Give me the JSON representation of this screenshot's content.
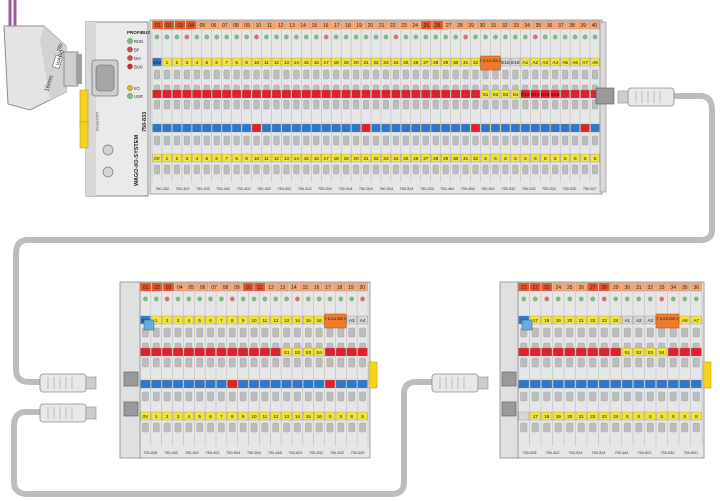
{
  "controller": {
    "bus_label": "PROFIBUS",
    "leds_top": [
      "RUN",
      "BF",
      "DIA",
      "BUS"
    ],
    "leds_bottom": [
      "I/O",
      "USR"
    ],
    "brand_vertical": "WAGO-I/O-SYSTEM",
    "model": "750-833",
    "address_label": "ADDRESS",
    "connector_text": "16mm",
    "connector_brand": "WAGO",
    "connector_model": "750"
  },
  "node1": {
    "top_labels": [
      "01",
      "02",
      "03",
      "04",
      "05",
      "06",
      "07",
      "08",
      "09",
      "10",
      "11",
      "12",
      "13",
      "14",
      "15",
      "16",
      "17",
      "18",
      "19",
      "20",
      "21",
      "22",
      "23",
      "24",
      "25",
      "26",
      "27",
      "28",
      "29",
      "30",
      "31",
      "32",
      "33",
      "34",
      "35",
      "36",
      "37",
      "38",
      "39",
      "40"
    ],
    "row1": [
      "24V",
      "1",
      "2",
      "3",
      "4",
      "5",
      "6",
      "7",
      "8",
      "9",
      "10",
      "11",
      "12",
      "13",
      "14",
      "15",
      "16",
      "17",
      "18",
      "19",
      "20",
      "21",
      "22",
      "23",
      "24",
      "25",
      "26",
      "27",
      "28",
      "29",
      "30",
      "31",
      "32",
      "E13",
      "E14",
      "E15",
      "E16",
      "A1",
      "A2",
      "A3",
      "A4",
      "A5",
      "A6",
      "A7",
      "A8"
    ],
    "row2": [
      "",
      "",
      "",
      "",
      "",
      "",
      "",
      "",
      "",
      "",
      "",
      "",
      "",
      "",
      "",
      "",
      "",
      "",
      "",
      "",
      "",
      "",
      "",
      "",
      "",
      "",
      "",
      "",
      "",
      "",
      "",
      "",
      "",
      "S1",
      "S2",
      "S3",
      "S4",
      "E13",
      "E14",
      "E15",
      "E16",
      "",
      "",
      "",
      ""
    ],
    "row4": [
      "0V",
      "1",
      "2",
      "3",
      "4",
      "5",
      "6",
      "7",
      "8",
      "9",
      "10",
      "11",
      "12",
      "13",
      "14",
      "15",
      "16",
      "17",
      "18",
      "19",
      "20",
      "21",
      "22",
      "23",
      "24",
      "25",
      "26",
      "27",
      "28",
      "29",
      "30",
      "31",
      "32",
      "S",
      "S",
      "S",
      "S",
      "S",
      "S",
      "S",
      "S",
      "S",
      "S",
      "S",
      "S"
    ],
    "fuse": "T 6.3 A 250 V",
    "module_labels": [
      "750-402",
      "750-402",
      "750-402",
      "750-402",
      "750-402",
      "750-402",
      "750-402",
      "750-402",
      "750-504",
      "750-504",
      "750-504",
      "750-504",
      "750-504",
      "750-504",
      "750-464",
      "750-468",
      "750-601",
      "750-532",
      "750-532",
      "750-532",
      "750-532",
      "750-627"
    ]
  },
  "node2": {
    "top_labels": [
      "01",
      "02",
      "03",
      "04",
      "05",
      "06",
      "07",
      "08",
      "09",
      "10",
      "11",
      "12",
      "13",
      "14",
      "15",
      "16",
      "17",
      "18",
      "19",
      "20"
    ],
    "row1": [
      "24V",
      "1",
      "2",
      "3",
      "4",
      "5",
      "6",
      "7",
      "8",
      "9",
      "10",
      "11",
      "12",
      "13",
      "14",
      "15",
      "16",
      "A1",
      "A2",
      "A3",
      "A4"
    ],
    "row2": [
      "",
      "",
      "",
      "",
      "",
      "",
      "",
      "",
      "",
      "",
      "",
      "",
      "",
      "S1",
      "S2",
      "S3",
      "S4",
      "",
      "",
      "",
      ""
    ],
    "row4": [
      "0V",
      "1",
      "2",
      "3",
      "4",
      "5",
      "6",
      "7",
      "8",
      "9",
      "10",
      "11",
      "12",
      "13",
      "14",
      "15",
      "16",
      "S",
      "S",
      "S",
      "S"
    ],
    "fuse": "T 6.3 A 250 V",
    "module_labels": [
      "750-628",
      "750-402",
      "750-402",
      "750-402",
      "750-504",
      "750-504",
      "750-468",
      "750-601",
      "750-532",
      "750-532",
      "750-600"
    ]
  },
  "node3": {
    "top_labels": [
      "21",
      "22",
      "23",
      "24",
      "25",
      "26",
      "27",
      "28",
      "29",
      "30",
      "31",
      "32",
      "33",
      "34",
      "35",
      "36"
    ],
    "row1": [
      "",
      "17",
      "18",
      "19",
      "20",
      "21",
      "22",
      "23",
      "24",
      "A1",
      "A2",
      "A3",
      "A4",
      "A5",
      "A6",
      "A7"
    ],
    "row2": [
      "",
      "",
      "",
      "",
      "",
      "",
      "",
      "",
      "",
      "S1",
      "S2",
      "S3",
      "S4",
      "",
      "",
      ""
    ],
    "row4": [
      "",
      "17",
      "18",
      "19",
      "20",
      "21",
      "22",
      "23",
      "24",
      "S",
      "S",
      "S",
      "S",
      "S",
      "S",
      "S"
    ],
    "fuse": "T 6.3 A 250 V",
    "module_labels": [
      "750-628",
      "750-402",
      "750-504",
      "750-504",
      "750-464",
      "750-601",
      "750-532",
      "750-600"
    ]
  },
  "colors": {
    "top_orange": "#e9552a",
    "top_peach": "#f4a87a",
    "top_yellow": "#f5e04a",
    "led_green": "#74c27a",
    "yellow": "#f2e43c",
    "red": "#e0202a",
    "blue": "#2e78c8",
    "fuse_orange": "#ef7a2a",
    "cable": "#bcbcbc",
    "profibus_cable": "#a0569a",
    "module_grey": "#e6e6e6",
    "terminal_dark": "#9a9a9a"
  }
}
